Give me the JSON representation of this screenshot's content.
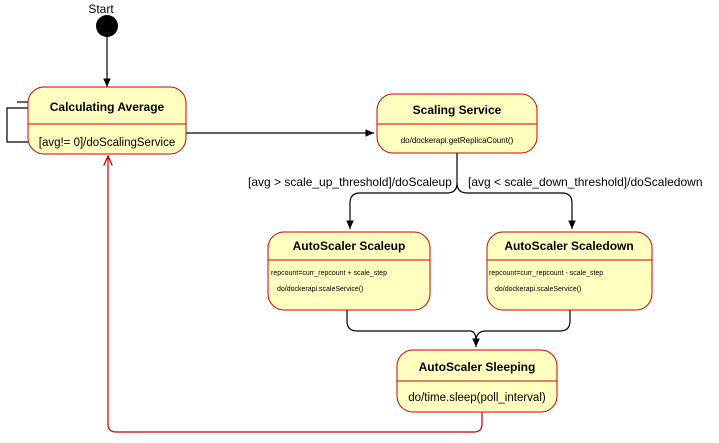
{
  "colors": {
    "state_fill": "#ffffc0",
    "state_stroke": "#cc0000",
    "edge": "#000000",
    "return_edge": "#cc0000"
  },
  "start": {
    "label": "Start"
  },
  "states": {
    "calculating": {
      "title": "Calculating Average",
      "body": [
        "[avg!= 0]/doScalingService"
      ]
    },
    "scaling": {
      "title": "Scaling Service",
      "body": [
        "do/dockerapi.getReplicaCount()"
      ]
    },
    "scaleup": {
      "title": "AutoScaler Scaleup",
      "body": [
        "repcount=curr_repcount + scale_step",
        "do/dockerapi.scaleService()"
      ]
    },
    "scaledown": {
      "title": "AutoScaler Scaledown",
      "body": [
        "repcount=curr_repcount - scale_step",
        "do/dockerapi.scaleService()"
      ]
    },
    "sleeping": {
      "title": "AutoScaler Sleeping",
      "body": [
        "do/time.sleep(poll_interval)"
      ]
    }
  },
  "transitions": {
    "scaleup_guard": "[avg > scale_up_threshold]/doScaleup",
    "scaledown_guard": "[avg < scale_down_threshold]/doScaledown"
  }
}
